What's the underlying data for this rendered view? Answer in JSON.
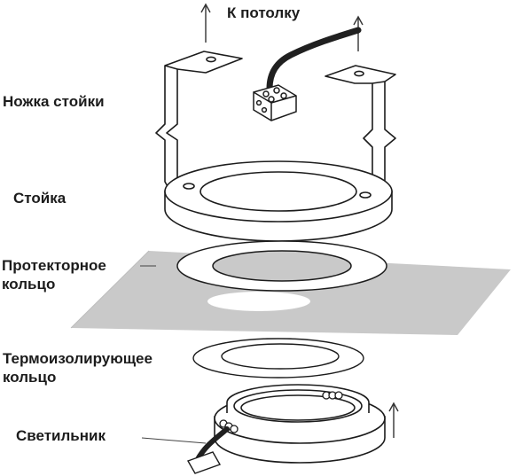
{
  "labels": {
    "ceiling": "К потолку",
    "leg": "Ножка стойки",
    "stand": "Стойка",
    "protector_line1": "Протекторное",
    "protector_line2": "кольцо",
    "thermo_line1": "Термоизолирующее",
    "thermo_line2": "кольцо",
    "lamp": "Светильник"
  },
  "colors": {
    "ink": "#1c1c1c",
    "sheet": "#c9c9c9",
    "wire": "#202020"
  }
}
